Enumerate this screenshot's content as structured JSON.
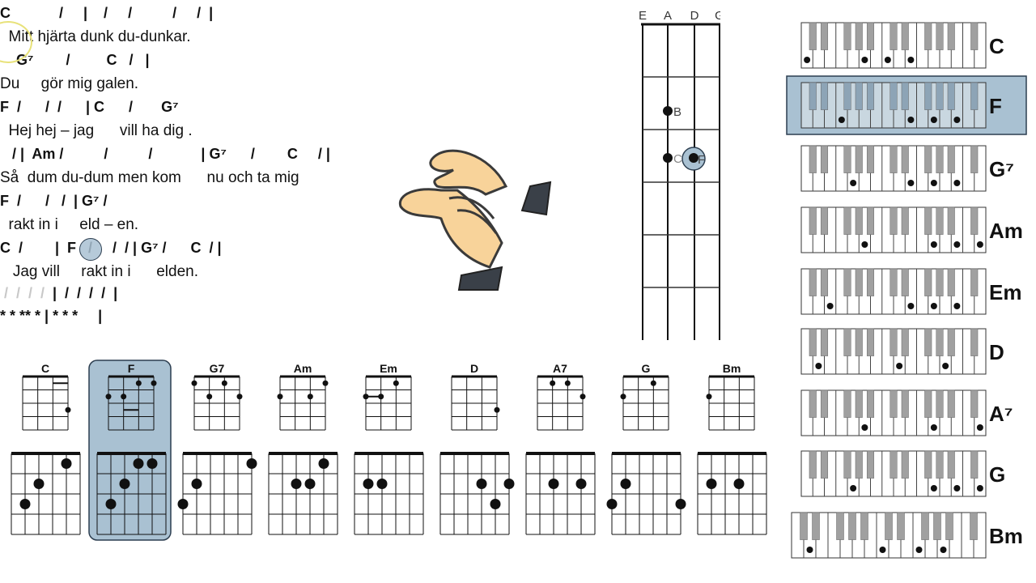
{
  "lyrics": {
    "lines": [
      {
        "type": "chord",
        "text": "C            /     |    /     /          /     /  |"
      },
      {
        "type": "lyric",
        "text": "  Mitt hjärta dunk du-dunkar."
      },
      {
        "type": "chord",
        "text": "    G⁷        /         C   /   |"
      },
      {
        "type": "lyric",
        "text": "Du     gör mig galen."
      },
      {
        "type": "chord",
        "text": "F  /      /  /      | C      /       G⁷"
      },
      {
        "type": "lyric",
        "text": "  Hej hej – jag      vill ha dig ."
      },
      {
        "type": "chord",
        "text": "   / |  Am /          /          /            | G⁷      /        C     / |"
      },
      {
        "type": "lyric",
        "text": "Så  dum du-dum men kom      nu och ta mig"
      },
      {
        "type": "chord",
        "text": "F  /      /   /  | G⁷ /"
      },
      {
        "type": "lyric",
        "text": "  rakt in i     eld – en."
      },
      {
        "type": "chord",
        "text": "C  /        |  F   /     /  / | G⁷ /      C  / |"
      },
      {
        "type": "lyric",
        "text": "   Jag vill     rakt in i      elden."
      },
      {
        "type": "faded",
        "text": " /  /  /  /",
        "rest": "|  /  /  /  /  |"
      },
      {
        "type": "chord",
        "text": "* * ** * | * * *     |"
      }
    ],
    "highlight_chord": "F"
  },
  "ukulele_neck": {
    "strings": [
      "E",
      "A",
      "D",
      "G"
    ],
    "note_labels": [
      "B",
      "C",
      "F"
    ]
  },
  "chord_row": {
    "names": [
      "C",
      "F",
      "G7",
      "Am",
      "Em",
      "D",
      "A7",
      "G",
      "Bm"
    ],
    "active": "F"
  },
  "piano_chords": {
    "names": [
      "C",
      "F",
      "G⁷",
      "Am",
      "Em",
      "D",
      "A⁷",
      "G",
      "Bm"
    ],
    "active": "F"
  },
  "colors": {
    "highlight": "#a9c1d2",
    "highlight_border": "#2c3e50",
    "hand_skin": "#f8d39a",
    "sleeve": "#3a4048"
  }
}
